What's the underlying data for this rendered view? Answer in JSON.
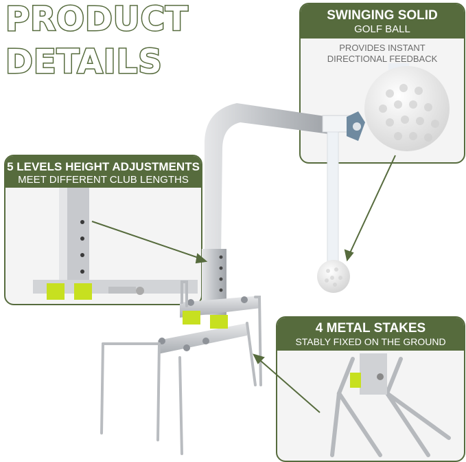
{
  "heading": {
    "line1": "PRODUCT",
    "line2": "DETAILS"
  },
  "callouts": {
    "swing": {
      "title": "SWINGING SOLID",
      "subtitle": "GOLF BALL",
      "desc1": "PROVIDES INSTANT",
      "desc2": "DIRECTIONAL FEEDBACK"
    },
    "height": {
      "title": "5 LEVELS HEIGHT ADJUSTMENTS",
      "subtitle": "MEET DIFFERENT CLUB LENGTHS"
    },
    "stakes": {
      "title": "4 METAL STAKES",
      "subtitle": "STABLY FIXED ON THE GROUND"
    }
  },
  "colors": {
    "accent": "#566b3d",
    "metal": "#c9cbcf",
    "level": "#c7e020",
    "ball": "#f2f2f2"
  }
}
